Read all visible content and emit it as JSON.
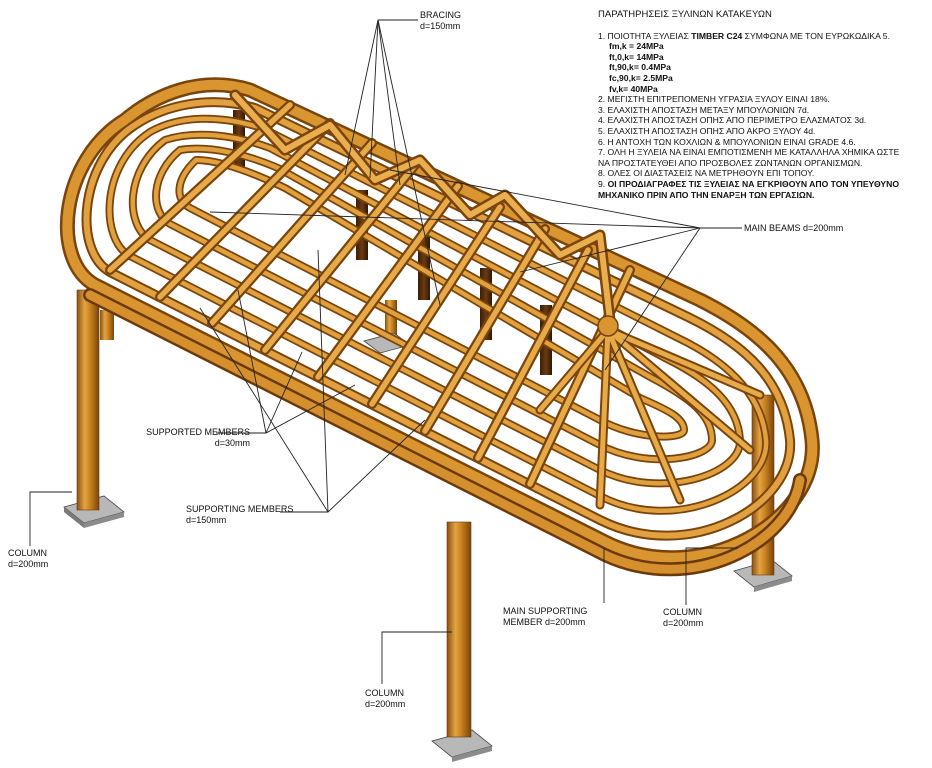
{
  "notes": {
    "title": "ΠΑΡΑΤΗΡΗΣΕΙΣ ΞΥΛΙΝΩΝ ΚΑΤΑΚΕΥΩΝ",
    "line1_a": "1. ΠΟΙΟΤΗΤΑ ΞΥΛΕΙΑΣ ",
    "line1_b": "TIMBER C24",
    "line1_c": " ΣΥΜΦΩΝΑ ΜΕ ΤΟΝ ΕΥΡΩΚΩΔΙΚΑ 5.",
    "props": [
      "fm,k = 24MPa",
      "ft,0,k= 14MPa",
      "ft,90,k= 0.4MPa",
      "fc,90,k= 2.5MPa",
      "fv,k= 40MPa"
    ],
    "items": [
      "2. ΜΕΓΙΣΤΗ ΕΠΙΤΡΕΠΟΜΕΝΗ ΥΓΡΑΣΙΑ ΞΥΛΟΥ ΕΙΝΑΙ 18%.",
      "3. ΕΛΑΧΙΣΤΗ ΑΠΟΣΤΑΣΗ ΜΕΤΑΞΥ ΜΠΟΥΛΟΝΙΩΝ 7d.",
      "4. ΕΛΑΧΙΣΤΗ ΑΠΟΣΤΑΣΗ ΟΠΗΣ ΑΠΟ ΠΕΡΙΜΕΤΡΟ ΕΛΑΣΜΑΤΟΣ 3d.",
      "5. ΕΛΑΧΙΣΤΗ ΑΠΟΣΤΑΣΗ ΟΠΗΣ ΑΠΟ ΑΚΡΟ ΞΥΛΟΥ 4d.",
      "6. Η ΑΝΤΟΧΗ ΤΩΝ ΚΟΧΛΙΩΝ & ΜΠΟΥΛΟΝΙΩΝ ΕΙΝΑΙ GRADE 4.6.",
      "7. ΟΛΗ Η ΞΥΛΕΙΑ ΝΑ ΕΙΝΑΙ ΕΜΠΟΤΙΣΜΕΝΗ ΜΕ ΚΑΤΑΛΛΗΛΑ ΧΗΜΙΚΑ ΩΣΤΕ",
      "ΝΑ ΠΡΟΣΤΑΤΕΥΘΕΙ ΑΠΟ ΠΡΟΣΒΟΛΕΣ ΖΩΝΤΑΝΩΝ ΟΡΓΑΝΙΣΜΩΝ.",
      "8. ΟΛΕΣ ΟΙ ΔΙΑΣΤΑΣΕΙΣ ΝΑ ΜΕΤΡΗΘΟΥΝ ΕΠΙ ΤΟΠΟΥ."
    ],
    "line9_a": "9. ",
    "line9_b": "ΟΙ ΠΡΟΔΙΑΓΡΑΦΕΣ ΤΙΣ ΞΥΛΕΙΑΣ ΝΑ ΕΓΚΡΙΘΟΥΝ ΑΠΟ ΤΟΝ ΥΠΕΥΘΥΝΟ",
    "line9_c": "ΜΗΧΑΝΙΚΟ ΠΡΙΝ ΑΠΟ ΤΗΝ ΕΝΑΡΞΗ ΤΩΝ ΕΡΓΑΣΙΩΝ."
  },
  "labels": {
    "bracing": "BRACING",
    "bracing_d": "d=150mm",
    "main_beams": "MAIN BEAMS d=200mm",
    "supported": "SUPPORTED MEMBERS",
    "supported_d": "d=30mm",
    "supporting": "SUPPORTING MEMBERS",
    "supporting_d": "d=150mm",
    "column": "COLUMN",
    "column_d": "d=200mm",
    "main_supporting": "MAIN SUPPORTING",
    "main_supporting_d": "MEMBER d=200mm"
  },
  "colors": {
    "timber": "#c8821e",
    "timber_dark": "#8a4f10",
    "timber_light": "#e9b050",
    "steel": "#9a9a9a",
    "leader": "#222222"
  }
}
